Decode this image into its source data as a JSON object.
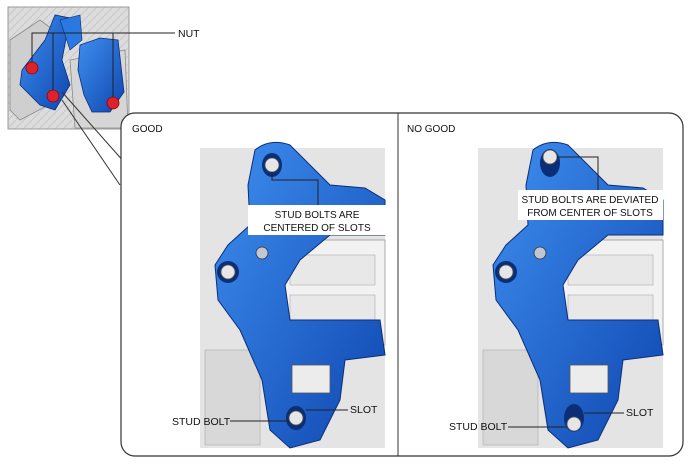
{
  "labels": {
    "nut": "NUT",
    "good": "GOOD",
    "no_good": "NO GOOD",
    "good_callout_line1": "STUD BOLTS ARE",
    "good_callout_line2": "CENTERED OF SLOTS",
    "ng_callout_line1": "STUD BOLTS ARE DEVIATED",
    "ng_callout_line2": "FROM CENTER OF SLOTS",
    "stud_bolt": "STUD BOLT",
    "slot": "SLOT"
  },
  "colors": {
    "bracket_blue": "#1f6fd6",
    "bracket_dark": "#0d3f9c",
    "nut_red": "#e0202a",
    "engine_gray": "#d9d9d9",
    "outline": "#222222"
  }
}
